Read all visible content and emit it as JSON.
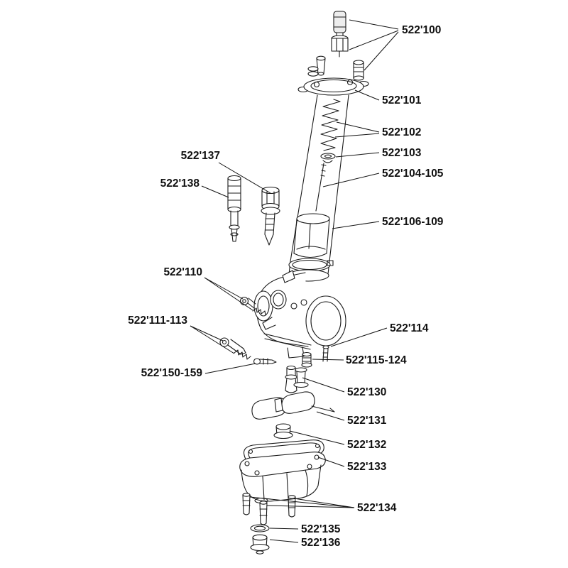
{
  "page": {
    "background": "#ffffff"
  },
  "diagram": {
    "type": "exploded-parts-diagram",
    "subject": "carburetor-exploded-view",
    "colors": {
      "line": "#1a1a1a",
      "label_text": "#111111"
    },
    "labels": [
      {
        "id": "522-100",
        "text": "522'100"
      },
      {
        "id": "522-101",
        "text": "522'101"
      },
      {
        "id": "522-102",
        "text": "522'102"
      },
      {
        "id": "522-103",
        "text": "522'103"
      },
      {
        "id": "522-104-105",
        "text": "522'104-105"
      },
      {
        "id": "522-106-109",
        "text": "522'106-109"
      },
      {
        "id": "522-137",
        "text": "522'137"
      },
      {
        "id": "522-138",
        "text": "522'138"
      },
      {
        "id": "522-110",
        "text": "522'110"
      },
      {
        "id": "522-111-113",
        "text": "522'111-113"
      },
      {
        "id": "522-114",
        "text": "522'114"
      },
      {
        "id": "522-115-124",
        "text": "522'115-124"
      },
      {
        "id": "522-150-159",
        "text": "522'150-159"
      },
      {
        "id": "522-130",
        "text": "522'130"
      },
      {
        "id": "522-131",
        "text": "522'131"
      },
      {
        "id": "522-132",
        "text": "522'132"
      },
      {
        "id": "522-133",
        "text": "522'133"
      },
      {
        "id": "522-134",
        "text": "522'134"
      },
      {
        "id": "522-135",
        "text": "522'135"
      },
      {
        "id": "522-136",
        "text": "522'136"
      }
    ]
  }
}
